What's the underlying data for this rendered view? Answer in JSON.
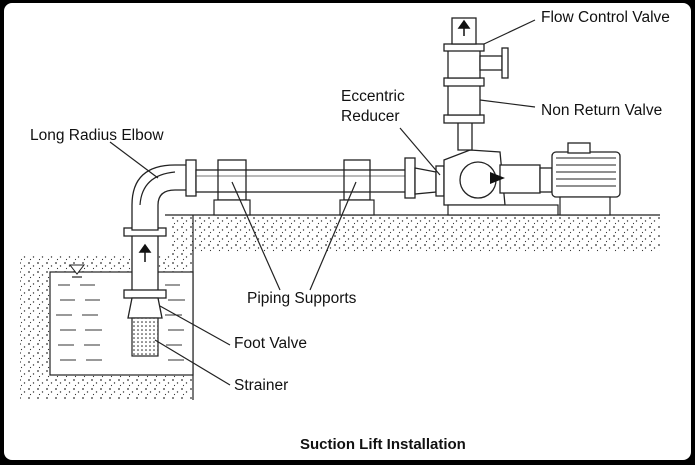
{
  "title": "Suction Lift Installation",
  "labels": {
    "flow_control_valve": "Flow Control Valve",
    "eccentric_reducer_line1": "Eccentric",
    "eccentric_reducer_line2": "Reducer",
    "non_return_valve": "Non Return Valve",
    "long_radius_elbow": "Long Radius Elbow",
    "piping_supports": "Piping Supports",
    "foot_valve": "Foot Valve",
    "strainer": "Strainer"
  }
}
